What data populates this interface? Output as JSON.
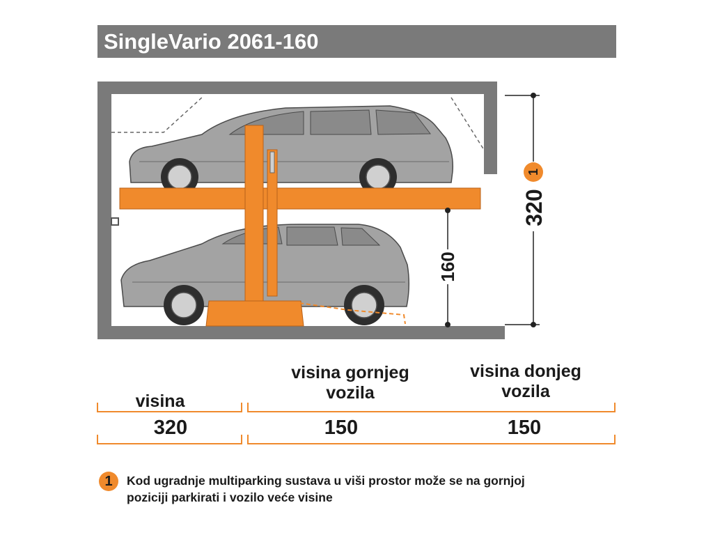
{
  "title": "SingleVario 2061-160",
  "diagram": {
    "total_height_dimension": "320",
    "lower_level_dimension": "160",
    "note_marker": "1",
    "colors": {
      "lift": "#f08a2c",
      "wall": "#7a7a7a",
      "car": "#a3a3a3",
      "title_bar": "#7a7a7a"
    }
  },
  "table": {
    "columns": [
      {
        "header": "visina",
        "value": "320"
      },
      {
        "header": "visina gornjeg vozila",
        "value": "150"
      },
      {
        "header": "visina donjeg vozila",
        "value": "150"
      }
    ]
  },
  "note": {
    "marker": "1",
    "text_line1": "Kod ugradnje multiparking sustava u viši prostor može se na gornjoj",
    "text_line2": "poziciji parkirati i vozilo veće visine"
  }
}
